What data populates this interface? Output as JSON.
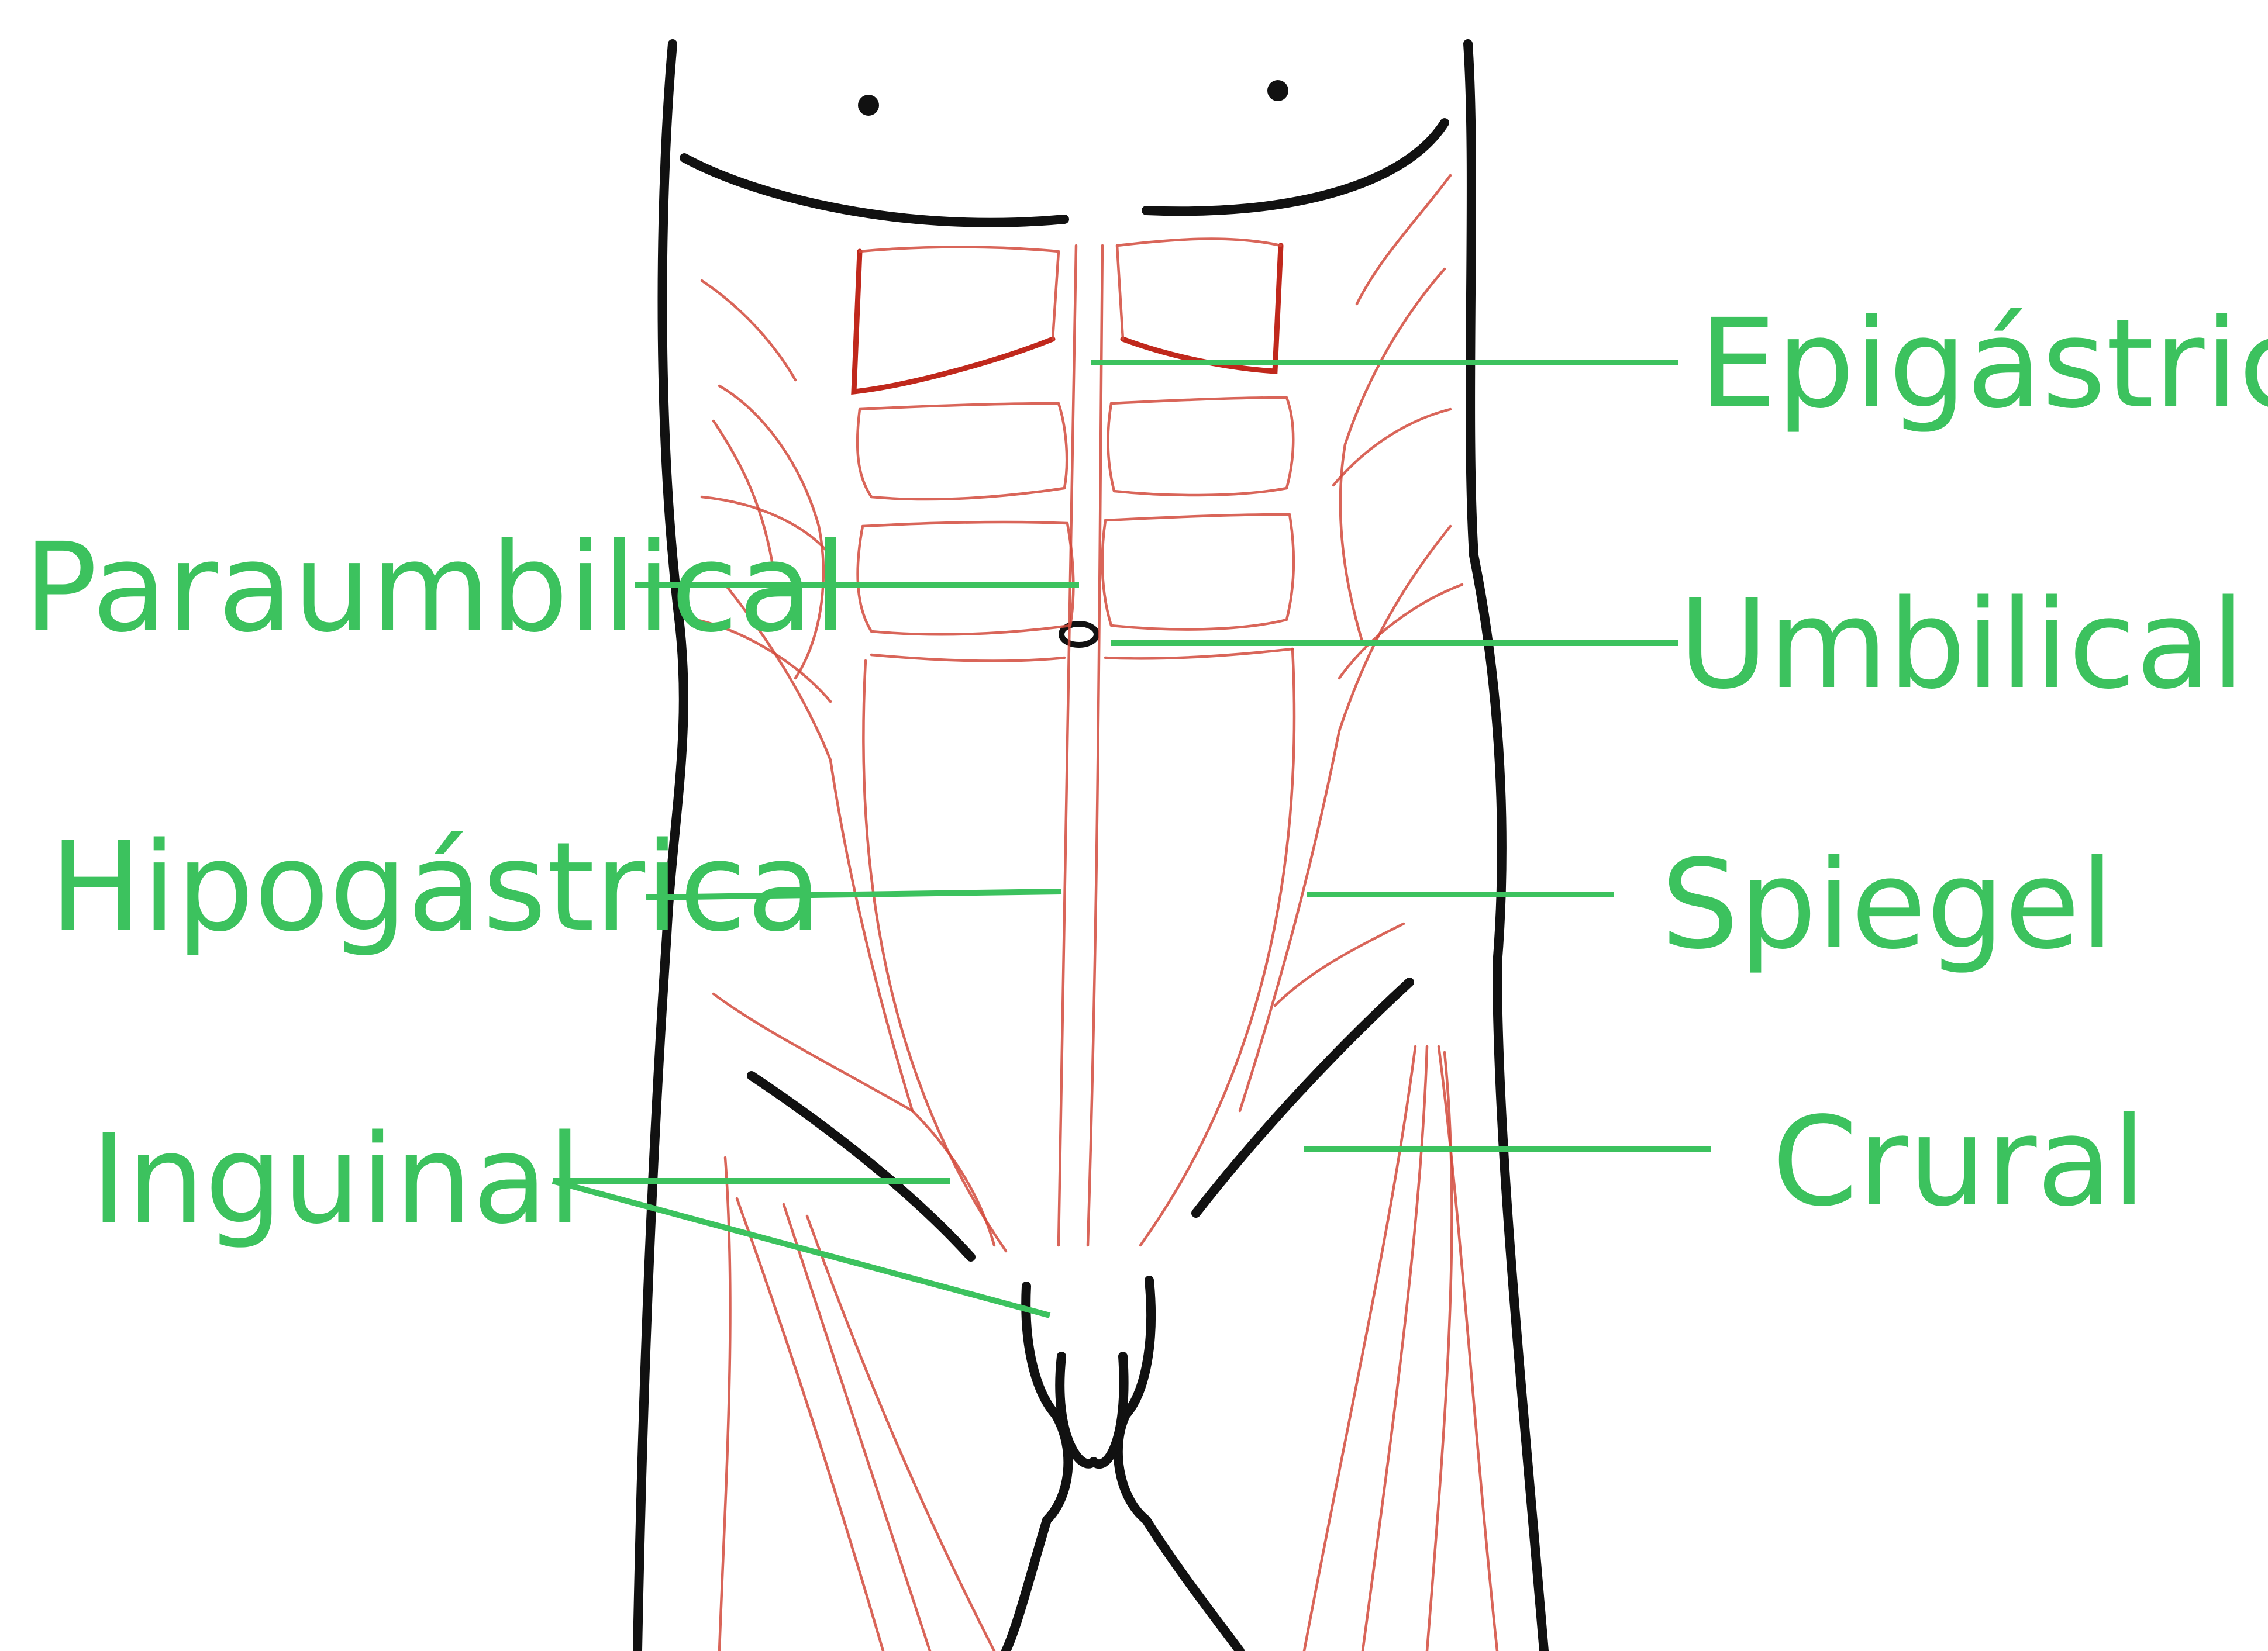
{
  "diagram": {
    "label_color": "#3cc25e",
    "outline_color": "#111111",
    "muscle_color": "#d24a3c",
    "labels": {
      "epigastrica": "Epigástrica",
      "paraumbilical": "Paraumbilical",
      "umbilical": "Umbilical",
      "hipogastrica": "Hipogástrica",
      "spiegel": "Spiegel",
      "inguinal": "Inguinal",
      "crural": "Crural"
    }
  }
}
